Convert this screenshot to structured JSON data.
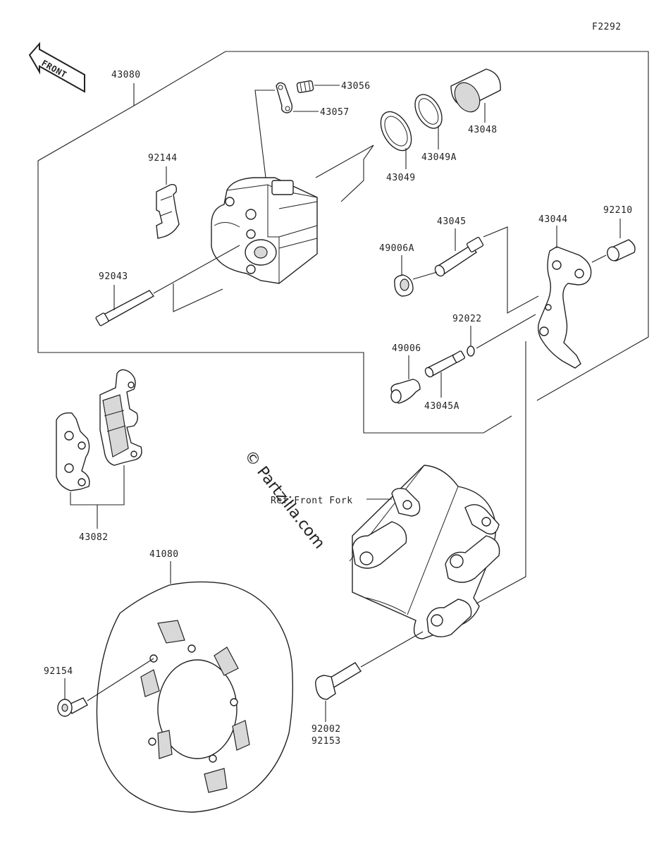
{
  "diagram": {
    "figure_code": "F2292",
    "front_arrow": "FRONT",
    "watermark": "© Partzilla.com",
    "reference": "Ref.Front Fork",
    "parts": {
      "p43080": "43080",
      "p43056": "43056",
      "p43057": "43057",
      "p43048": "43048",
      "p43049A": "43049A",
      "p43049": "43049",
      "p92144": "92144",
      "p43045": "43045",
      "p43044": "43044",
      "p92210": "92210",
      "p49006A": "49006A",
      "p92043": "92043",
      "p92022": "92022",
      "p49006": "49006",
      "p43045A": "43045A",
      "p43082": "43082",
      "p41080": "41080",
      "p92154": "92154",
      "p92002": "92002",
      "p92153": "92153"
    }
  }
}
